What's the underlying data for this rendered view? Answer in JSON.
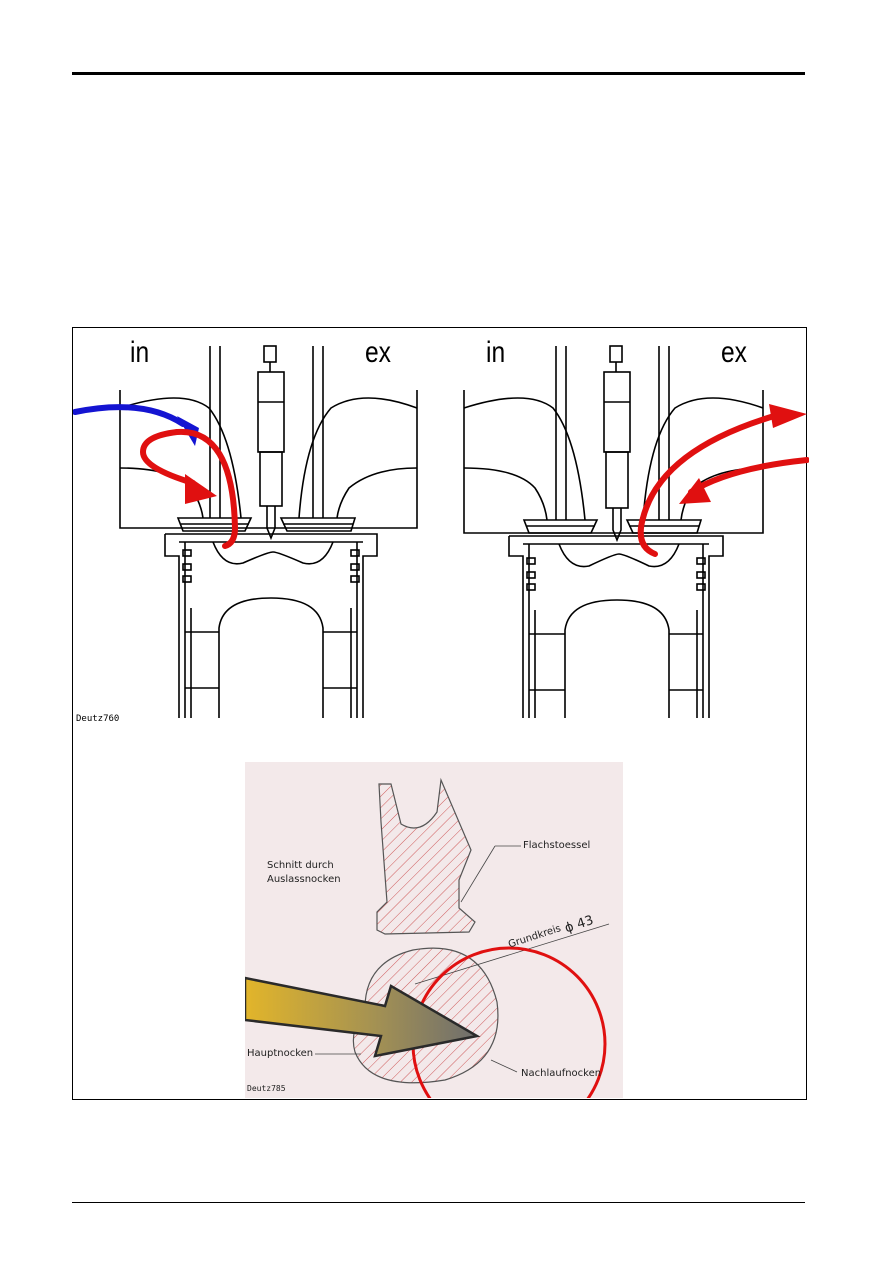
{
  "figure_top": {
    "label_in": "in",
    "label_ex": "ex",
    "code": "Deutz760"
  },
  "figure_bottom": {
    "section_title_line1": "Schnitt durch",
    "section_title_line2": "Auslassnocken",
    "label_follower": "Flachstoessel",
    "label_base_circle": "Grundkreis",
    "label_diameter": "ϕ 43",
    "label_main_cam": "Hauptnocken",
    "label_trailing_cam": "Nachlaufnocken",
    "code": "Deutz785"
  },
  "colors": {
    "flow_blue": "#1414d2",
    "flow_red": "#e01010",
    "arrow_gold": "#e2b52a",
    "arrow_gray": "#6e6e6e",
    "hatch_red": "#cf5a5a",
    "panel_bg": "#f3e9ea"
  }
}
